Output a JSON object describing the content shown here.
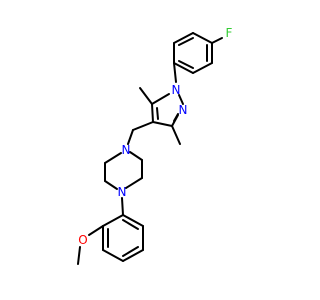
{
  "molecule": {
    "atoms": {
      "fluorine": "F",
      "pyrazole_n1": "N",
      "pyrazole_n2": "N",
      "piperazine_n_top": "N",
      "piperazine_n_bottom": "N",
      "ether_oxygen": "O"
    }
  },
  "colors": {
    "bond": "#000000",
    "nitrogen": "#0000ff",
    "oxygen": "#ff0000",
    "fluorine": "#33cc33",
    "background": "#ffffff"
  }
}
